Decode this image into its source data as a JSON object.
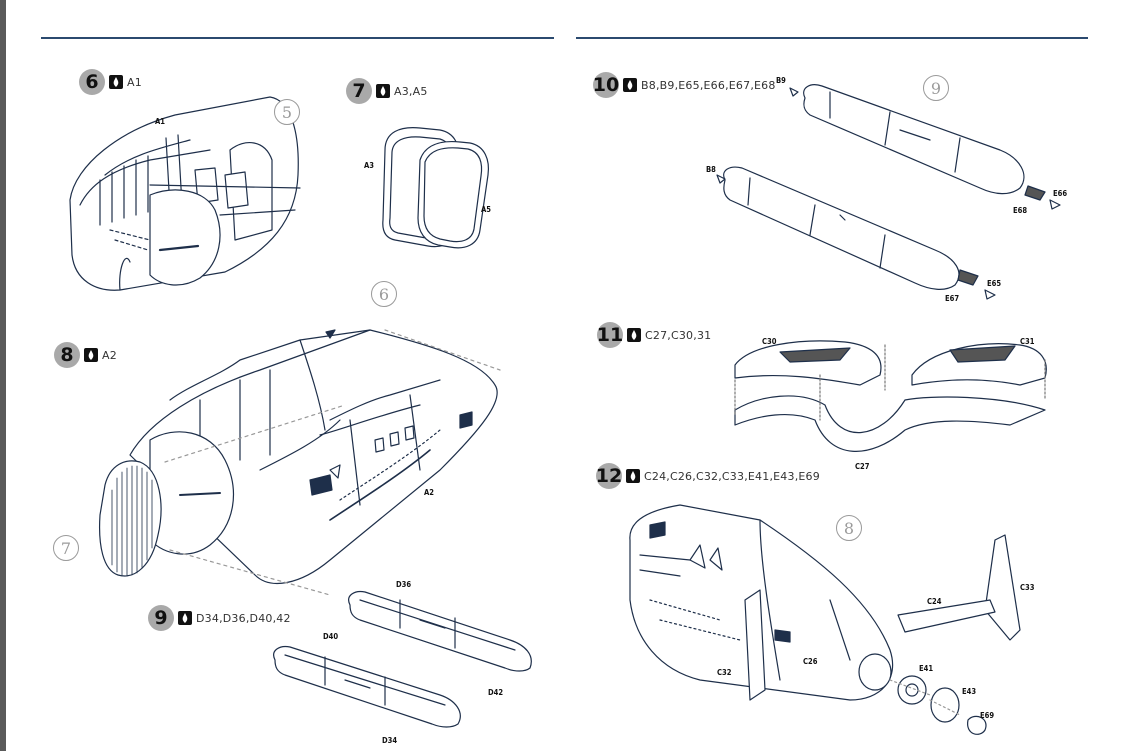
{
  "colors": {
    "rule": "#2b4a6f",
    "badge": "#a9a9a9",
    "line": "#1e2f4a"
  },
  "steps": [
    {
      "number": "6",
      "parts": "A1",
      "icon": "glue-drop-icon"
    },
    {
      "number": "7",
      "parts": "A3,A5",
      "icon": "glue-drop-icon"
    },
    {
      "number": "8",
      "parts": "A2",
      "icon": "glue-drop-icon"
    },
    {
      "number": "9",
      "parts": "D34,D36,D40,42",
      "icon": "glue-drop-icon"
    },
    {
      "number": "10",
      "parts": "B8,B9,E65,E66,E67,E68",
      "icon": "glue-drop-icon"
    },
    {
      "number": "11",
      "parts": "C27,C30,31",
      "icon": "glue-drop-icon"
    },
    {
      "number": "12",
      "parts": "C24,C26,C32,C33,E41,E43,E69",
      "icon": "glue-drop-icon"
    }
  ],
  "references": [
    "5",
    "6",
    "7",
    "9",
    "8"
  ],
  "labels": {
    "a1": "A1",
    "a3": "A3",
    "a5": "A5",
    "a2": "A2",
    "d36": "D36",
    "d40": "D40",
    "d42": "D42",
    "d34": "D34",
    "b9": "B9",
    "b8": "B8",
    "e66": "E66",
    "e68": "E68",
    "e65": "E65",
    "e67": "E67",
    "c30": "C30",
    "c31": "C31",
    "c27": "C27",
    "c24": "C24",
    "c33": "C33",
    "c32": "C32",
    "c26": "C26",
    "e41": "E41",
    "e43": "E43",
    "e69": "E69"
  }
}
